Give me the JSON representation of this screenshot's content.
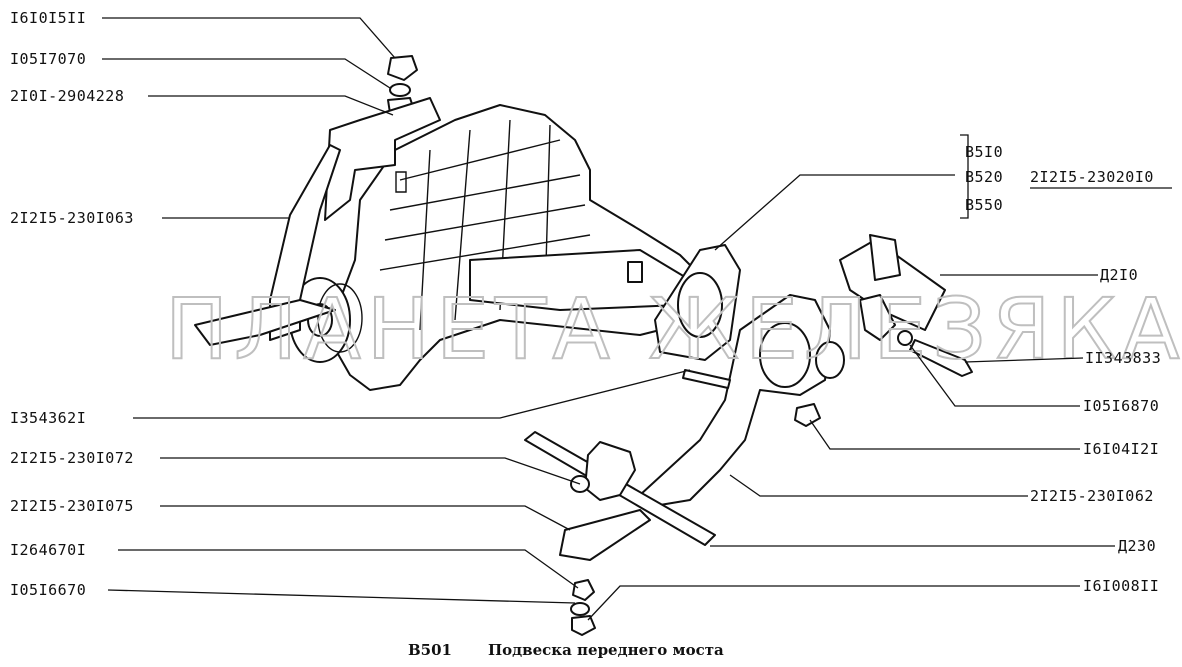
{
  "watermark": "ПЛАНЕТА ЖЕЛЕЗЯКА",
  "caption": {
    "code": "B501",
    "title": "Подвеска переднего моста"
  },
  "labels_left": [
    "I6I0I5II",
    "I05I7070",
    "2I0I-2904228",
    "2I2I5-230I063",
    "I354362I",
    "2I2I5-230I072",
    "2I2I5-230I075",
    "I264670I",
    "I05I6670"
  ],
  "variant_group": {
    "codes": [
      "B5I0",
      "B520",
      "B550"
    ],
    "part_number": "2I2I5-23020I0"
  },
  "labels_right": [
    "Д2I0",
    "II343833",
    "I05I6870",
    "I6I04I2I",
    "2I2I5-230I062",
    "Д230",
    "I6I008II"
  ]
}
